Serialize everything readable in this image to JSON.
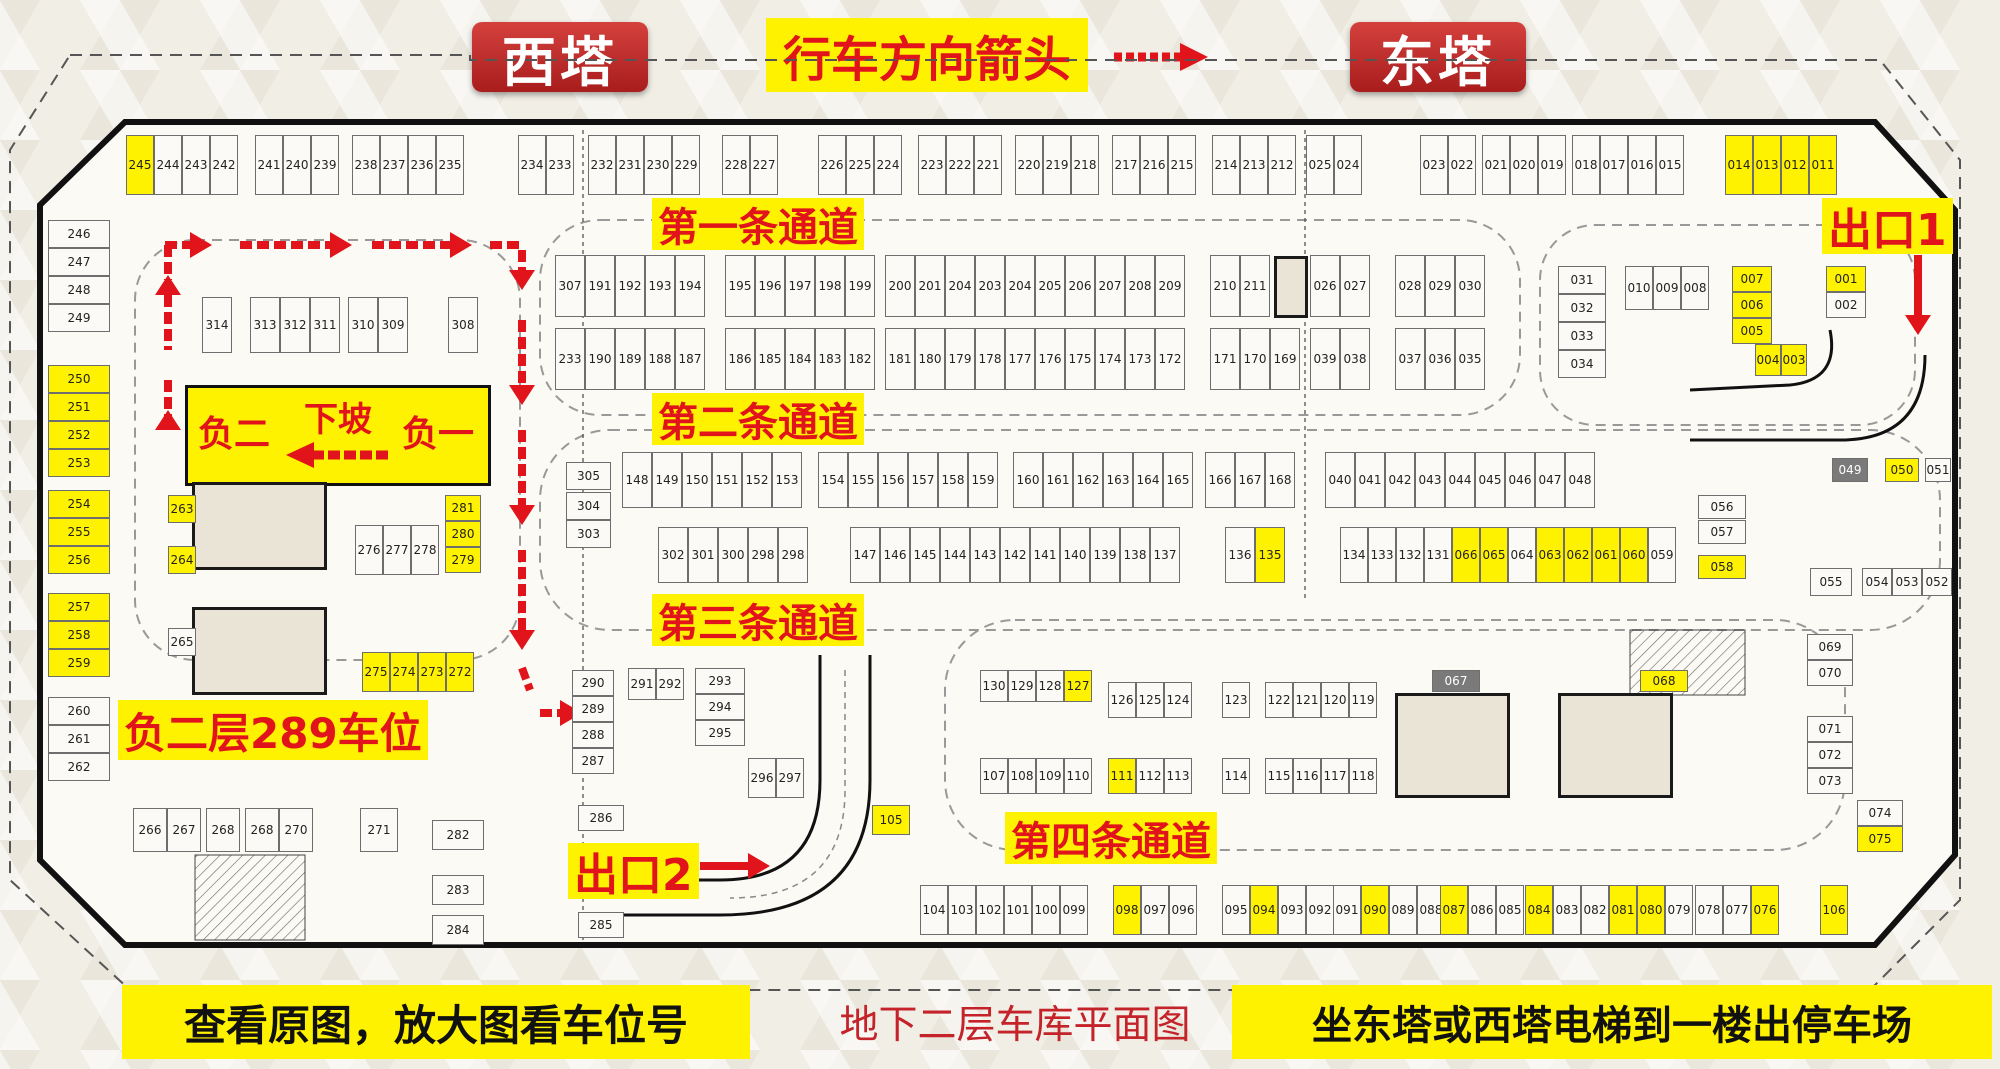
{
  "header": {
    "west_tower": "西塔",
    "east_tower": "东塔",
    "direction_label": "行车方向箭头"
  },
  "map": {
    "lanes": [
      "第一条通道",
      "第二条通道",
      "第三条通道",
      "第四条通道"
    ],
    "exits": [
      "出口1",
      "出口2"
    ],
    "ramp": {
      "left": "负二",
      "middle": "下坡",
      "right": "负一"
    },
    "level_summary": "负二层289车位",
    "spots": {
      "top_row": [
        "245",
        "244",
        "243",
        "242",
        "241",
        "240",
        "239",
        "238",
        "237",
        "236",
        "235",
        "234",
        "233",
        "232",
        "231",
        "230",
        "229",
        "228",
        "227",
        "226",
        "225",
        "224",
        "223",
        "222",
        "221",
        "220",
        "219",
        "218",
        "217",
        "216",
        "215",
        "214",
        "213",
        "212",
        "025",
        "024",
        "023",
        "022",
        "021",
        "020",
        "019",
        "018",
        "017",
        "016",
        "015",
        "014",
        "013",
        "012",
        "011"
      ],
      "left_column": [
        "246",
        "247",
        "248",
        "249",
        "250",
        "251",
        "252",
        "253",
        "254",
        "255",
        "256",
        "257",
        "258",
        "259",
        "260",
        "261",
        "262"
      ],
      "block_314": [
        "314",
        "313",
        "312",
        "311",
        "310",
        "309",
        "308"
      ],
      "row_307": [
        "307",
        "191",
        "192",
        "193",
        "194",
        "195",
        "196",
        "197",
        "198",
        "199",
        "200",
        "201",
        "204",
        "203",
        "204",
        "205",
        "206",
        "207",
        "208",
        "209",
        "210",
        "211",
        "026",
        "027",
        "028",
        "029",
        "030"
      ],
      "row_233": [
        "233",
        "190",
        "189",
        "188",
        "187",
        "186",
        "185",
        "184",
        "183",
        "182",
        "181",
        "180",
        "179",
        "178",
        "177",
        "176",
        "175",
        "174",
        "173",
        "172",
        "171",
        "170",
        "169",
        "039",
        "038",
        "037",
        "036",
        "035"
      ],
      "east_block": [
        "031",
        "032",
        "033",
        "034",
        "010",
        "009",
        "008",
        "007",
        "006",
        "005",
        "004",
        "003",
        "001",
        "002"
      ],
      "row_148": [
        "305",
        "148",
        "149",
        "150",
        "151",
        "152",
        "153",
        "154",
        "155",
        "156",
        "157",
        "158",
        "159",
        "160",
        "161",
        "162",
        "163",
        "164",
        "165",
        "166",
        "167",
        "168",
        "040",
        "041",
        "042",
        "043",
        "044",
        "045",
        "046",
        "047",
        "048",
        "049",
        "050",
        "051"
      ],
      "row_302": [
        "304",
        "303",
        "302",
        "301",
        "300",
        "298",
        "298",
        "147",
        "146",
        "145",
        "144",
        "143",
        "142",
        "141",
        "140",
        "139",
        "138",
        "137",
        "136",
        "135",
        "134",
        "133",
        "132",
        "131",
        "066",
        "065",
        "064",
        "063",
        "062",
        "061",
        "060",
        "059",
        "058",
        "056",
        "057"
      ],
      "west_core_spots": [
        "263",
        "264",
        "265",
        "281",
        "280",
        "279",
        "276",
        "277",
        "278",
        "275",
        "274",
        "273",
        "272"
      ],
      "middle_block": [
        "290",
        "289",
        "288",
        "287",
        "291",
        "292",
        "293",
        "294",
        "295",
        "296",
        "297",
        "286",
        "285"
      ],
      "south_block": [
        "130",
        "129",
        "128",
        "127",
        "126",
        "125",
        "124",
        "123",
        "122",
        "121",
        "120",
        "119",
        "107",
        "108",
        "109",
        "110",
        "111",
        "112",
        "113",
        "114",
        "115",
        "116",
        "117",
        "118",
        "067",
        "068"
      ],
      "east_column": [
        "055",
        "054",
        "053",
        "052",
        "069",
        "070",
        "071",
        "072",
        "073",
        "074",
        "075"
      ],
      "bottom_row": [
        "104",
        "103",
        "102",
        "101",
        "100",
        "099",
        "098",
        "097",
        "096",
        "095",
        "094",
        "093",
        "092",
        "091",
        "090",
        "089",
        "088",
        "087",
        "086",
        "085",
        "084",
        "083",
        "082",
        "081",
        "080",
        "079",
        "078",
        "077",
        "076",
        "106",
        "105"
      ],
      "southwest": [
        "266",
        "267",
        "268",
        "268",
        "270",
        "271",
        "282",
        "283",
        "284"
      ]
    }
  },
  "footer": {
    "left": "查看原图，放大图看车位号",
    "center": "地下二层车库平面图",
    "right": "坐东塔或西塔电梯到一楼出停车场"
  },
  "colors": {
    "highlight": "#fff200",
    "red": "#e0141a",
    "badge": "#b52422"
  }
}
